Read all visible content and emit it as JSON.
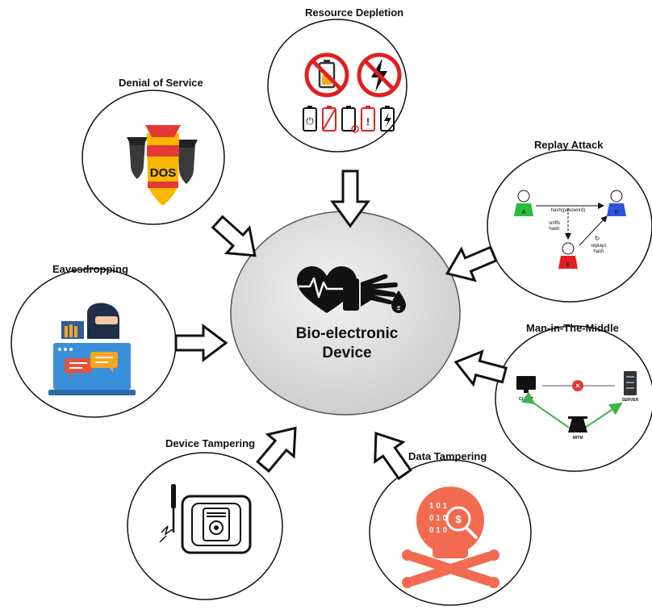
{
  "center": {
    "line1": "Bio-electronic",
    "line2": "Device"
  },
  "nodes": {
    "resource_depletion": "Resource Depletion",
    "denial_of_service": "Denial of Service",
    "replay_attack": "Replay Attack",
    "eavesdropping": "Eavesdropping",
    "mitm": "Man-in-The-Middle",
    "device_tampering": "Device Tampering",
    "data_tampering": "Data Tampering"
  },
  "icons": {
    "dos_text": "DOS",
    "replay": {
      "a": "A",
      "b": "B",
      "e": "E",
      "hash": "hash(password)",
      "sniffs": "sniffs",
      "sniffs_hash": "hash",
      "replays": "replays",
      "replays_hash": "hash"
    },
    "mitm": {
      "client": "CLIENT",
      "server": "SERVER",
      "mitm": "MITM"
    },
    "data_bits": {
      "row1": "1 0 1",
      "row2": "0 1 0",
      "row3": "0 1 0"
    }
  },
  "colors": {
    "center_fill": "#d9d9d9",
    "dos_red": "#e53935",
    "dos_yellow": "#f9b800",
    "danger_red": "#e02020",
    "skull_orange": "#f26b50",
    "laptop_blue": "#3a8fd9",
    "mitm_green": "#3cb54a"
  }
}
